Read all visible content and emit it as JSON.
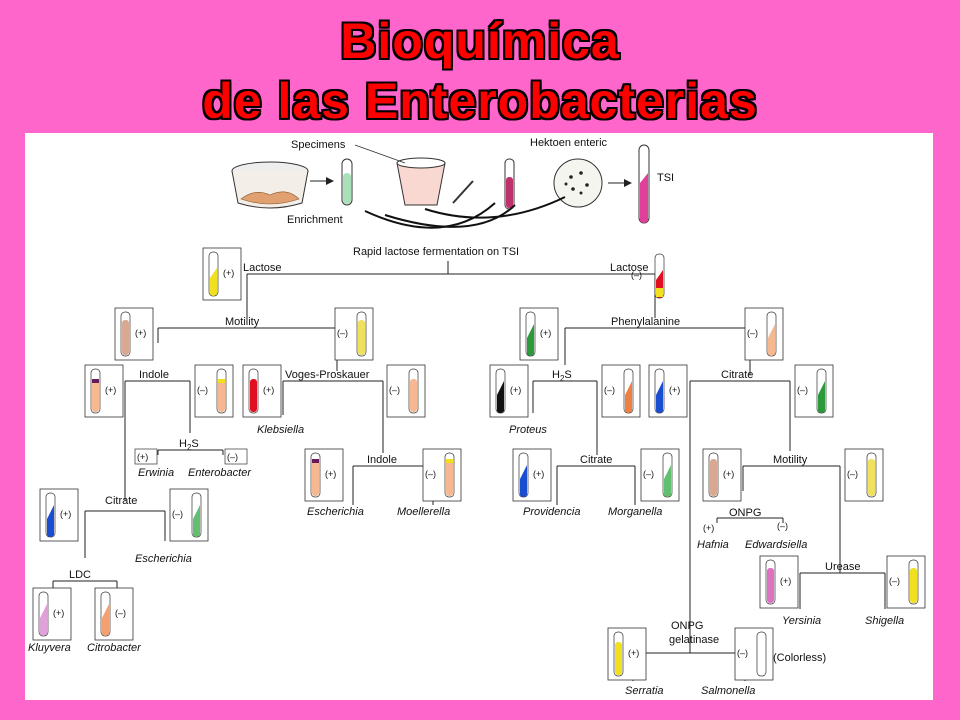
{
  "title": {
    "line1": "Bioquímica",
    "line2": "de las Enterobacterias"
  },
  "top": {
    "specimens": "Specimens",
    "enrichment": "Enrichment",
    "hektoen": "Hektoen enteric",
    "tsi": "TSI"
  },
  "tests": {
    "rapid": "Rapid lactose fermentation on TSI",
    "lactose_l": "Lactose",
    "lactose_r": "Lactose",
    "motility_1": "Motility",
    "phenylalanine": "Phenylalanine",
    "indole_1": "Indole",
    "voges": "Voges-Proskauer",
    "h2s_a": "H",
    "h2s_a_sub": "2",
    "h2s_a_end": "S",
    "h2s_b": "H",
    "h2s_b_sub": "2",
    "h2s_b_end": "S",
    "citrate_1": "Citrate",
    "citrate_2": "Citrate",
    "citrate_3": "Citrate",
    "indole_2": "Indole",
    "ldc": "LDC",
    "motility_2": "Motility",
    "onpg_1": "ONPG",
    "urease": "Urease",
    "onpg_2": "ONPG",
    "gelatinase": "gelatinase",
    "colorless": "(Colorless)"
  },
  "organisms": {
    "klebsiella": "Klebsiella",
    "erwinia": "Erwinia",
    "enterobacter": "Enterobacter",
    "escherichia_1": "Escherichia",
    "escherichia_2": "Escherichia",
    "moellerella": "Moellerella",
    "kluyvera": "Kluyvera",
    "citrobacter": "Citrobacter",
    "proteus": "Proteus",
    "providencia": "Providencia",
    "morganella": "Morganella",
    "hafnia": "Hafnia",
    "edwardsiella": "Edwardsiella",
    "yersinia": "Yersinia",
    "shigella": "Shigella",
    "serratia": "Serratia",
    "salmonella": "Salmonella"
  },
  "signs": {
    "pos": "(+)",
    "neg": "(–)"
  },
  "colors": {
    "background": "#ff66cc",
    "title": "#ff0000",
    "yellow": "#f0e020",
    "red": "#e01020",
    "green": "#2a9a3a",
    "blue": "#1a4ed0",
    "orange": "#f08040",
    "peach": "#f5b890",
    "pink": "#e070c0",
    "black": "#111111"
  }
}
